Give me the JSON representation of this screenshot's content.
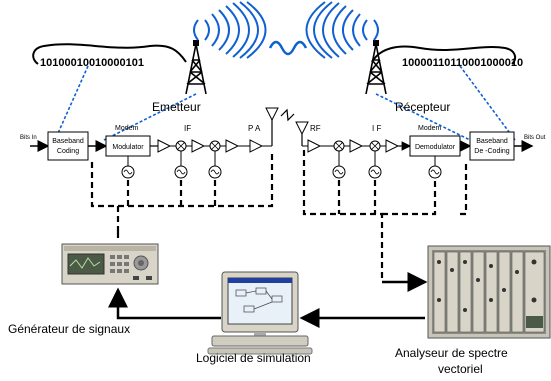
{
  "labels": {
    "emetteur": "Emetteur",
    "recepteur": "Récepteur",
    "bits_in": "Bits In",
    "bits_out": "Bits Out",
    "baseband_coding_1": "Baseband",
    "baseband_coding_2": "Coding",
    "modem_left": "Modem",
    "modulator": "Modulator",
    "if_left": "IF",
    "pa": "P A",
    "rf": "RF",
    "if_right": "I F",
    "modem_right": "Modem",
    "demodulator": "Demodulator",
    "baseband_decoding_1": "Baseband",
    "baseband_decoding_2": "De -Coding",
    "generateur": "Générateur de signaux",
    "logiciel": "Logiciel de simulation",
    "analyseur_1": "Analyseur de spectre",
    "analyseur_2": "vectoriel"
  },
  "bitstreams": {
    "left": "10100010010000101",
    "right": "10000110110001000010"
  },
  "colors": {
    "signal": "#1060d0",
    "line": "#000000",
    "instrument": "#d8d4c8"
  }
}
